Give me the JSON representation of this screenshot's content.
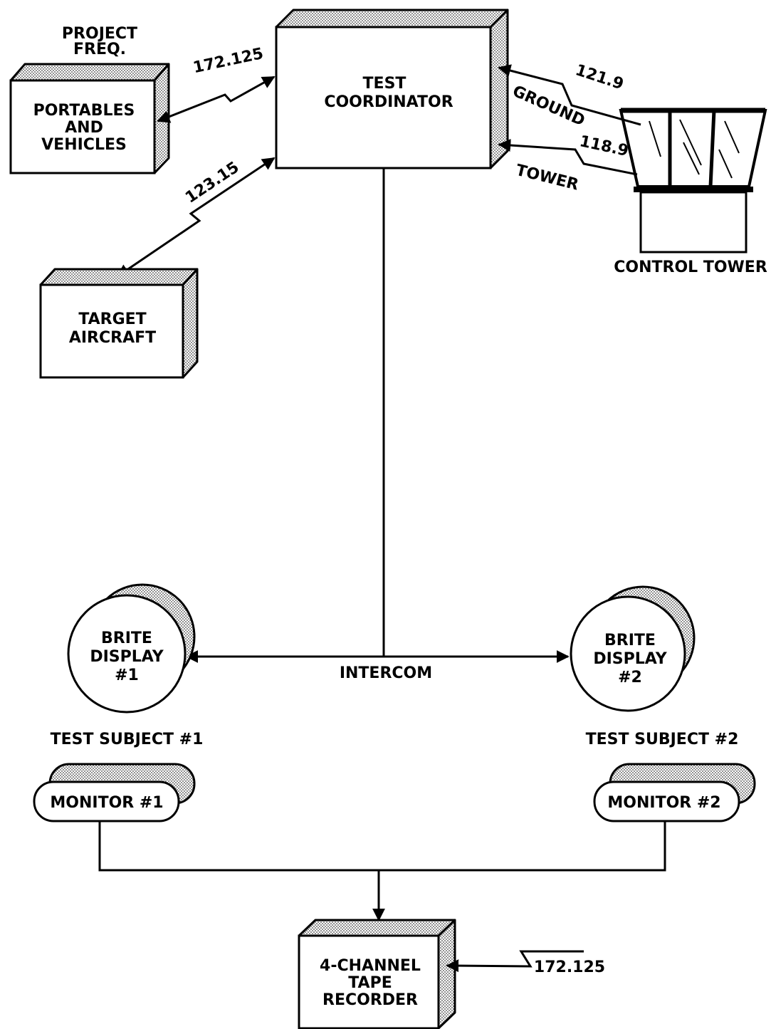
{
  "portables": {
    "freq_label_line1": "PROJECT",
    "freq_label_line2": "FREQ.",
    "line1": "PORTABLES",
    "line2": "AND",
    "line3": "VEHICLES",
    "freq": "172.125"
  },
  "coordinator": {
    "line1": "TEST",
    "line2": "COORDINATOR"
  },
  "target": {
    "line1": "TARGET",
    "line2": "AIRCRAFT",
    "freq": "123.15"
  },
  "tower": {
    "label": "CONTROL TOWER",
    "ground_label": "GROUND",
    "ground_freq": "121.9",
    "tower_label": "TOWER",
    "tower_freq": "118.9"
  },
  "intercom": {
    "label": "INTERCOM"
  },
  "display1": {
    "line1": "BRITE",
    "line2": "DISPLAY",
    "line3": "#1"
  },
  "display2": {
    "line1": "BRITE",
    "line2": "DISPLAY",
    "line3": "#2"
  },
  "subject1": "TEST SUBJECT #1",
  "subject2": "TEST SUBJECT #2",
  "monitor1": "MONITOR #1",
  "monitor2": "MONITOR #2",
  "recorder": {
    "line1": "4-CHANNEL",
    "line2": "TAPE",
    "line3": "RECORDER",
    "freq": "172.125"
  }
}
